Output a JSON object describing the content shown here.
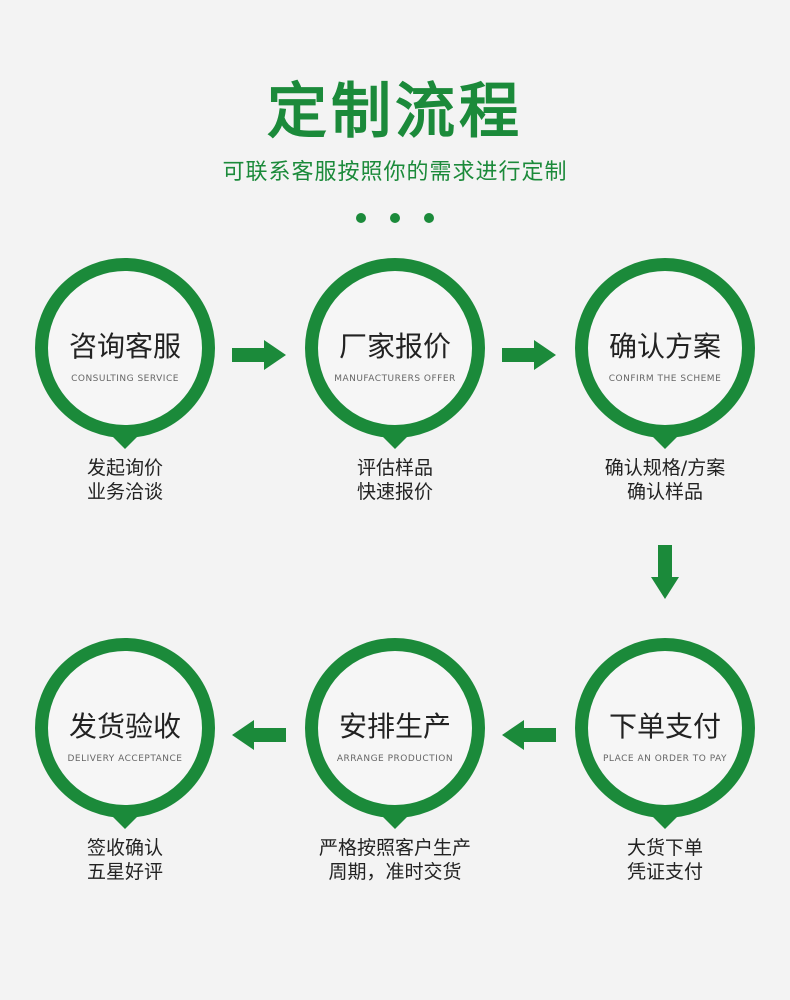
{
  "header": {
    "title": "定制流程",
    "subtitle": "可联系客服按照你的需求进行定制"
  },
  "colors": {
    "accent": "#1b8a3a",
    "background": "#f3f3f3"
  },
  "steps": [
    {
      "title_cn": "咨询客服",
      "title_en": "CONSULTING SERVICE",
      "desc_line1": "发起询价",
      "desc_line2": "业务洽谈"
    },
    {
      "title_cn": "厂家报价",
      "title_en": "MANUFACTURERS OFFER",
      "desc_line1": "评估样品",
      "desc_line2": "快速报价"
    },
    {
      "title_cn": "确认方案",
      "title_en": "CONFIRM THE SCHEME",
      "desc_line1": "确认规格/方案",
      "desc_line2": "确认样品"
    },
    {
      "title_cn": "下单支付",
      "title_en": "PLACE AN ORDER TO PAY",
      "desc_line1": "大货下单",
      "desc_line2": "凭证支付"
    },
    {
      "title_cn": "安排生产",
      "title_en": "ARRANGE PRODUCTION",
      "desc_line1": "严格按照客户生产",
      "desc_line2": "周期，准时交货"
    },
    {
      "title_cn": "发货验收",
      "title_en": "DELIVERY ACCEPTANCE",
      "desc_line1": "签收确认",
      "desc_line2": "五星好评"
    }
  ]
}
